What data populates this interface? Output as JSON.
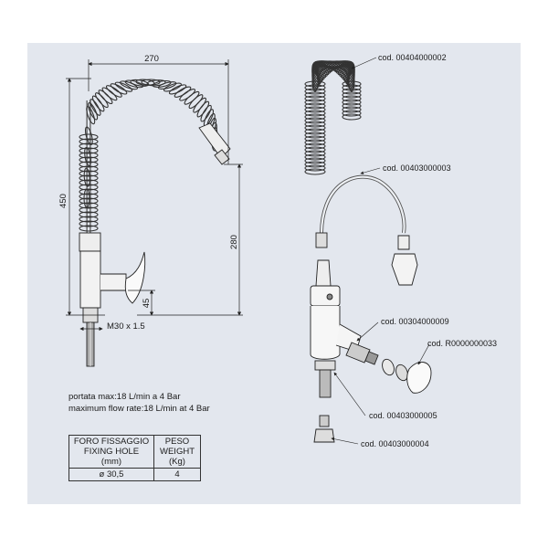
{
  "dimensions": {
    "width": "270",
    "height_total": "450",
    "height_spout": "280",
    "height_body": "45",
    "thread": "M30 x 1.5"
  },
  "notes": {
    "flow_it": "portata max:18 L/min a 4 Bar",
    "flow_en": "maximum flow rate:18 L/min at 4 Bar"
  },
  "parts": [
    {
      "code": "cod. 00404000002"
    },
    {
      "code": "cod. 00403000003"
    },
    {
      "code": "cod. 00304000009"
    },
    {
      "code": "cod. R0000000033"
    },
    {
      "code": "cod. 00403000005"
    },
    {
      "code": "cod. 00403000004"
    }
  ],
  "table": {
    "col1_header": [
      "FORO FISSAGGIO",
      "FIXING HOLE",
      "(mm)"
    ],
    "col2_header": [
      "PESO",
      "WEIGHT",
      "(Kg)"
    ],
    "row": [
      "ø 30,5",
      "4"
    ]
  },
  "colors": {
    "background": "#e3e7ee",
    "line": "#222222"
  }
}
